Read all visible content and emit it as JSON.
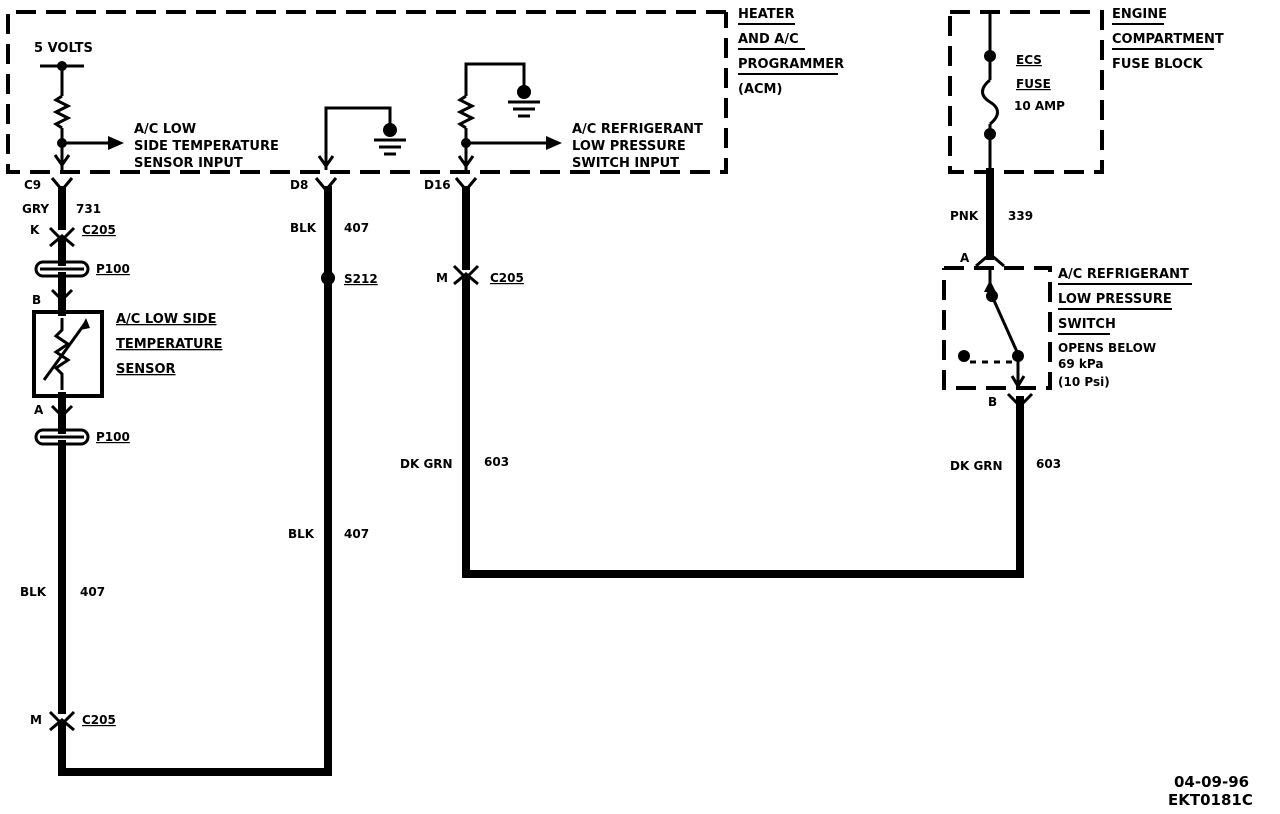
{
  "acm": {
    "title_line1": "HEATER",
    "title_line2": "AND A/C",
    "title_line3": "PROGRAMMER",
    "title_line4": "(ACM)",
    "volts": "5 VOLTS",
    "temp_input_line1": "A/C LOW",
    "temp_input_line2": "SIDE TEMPERATURE",
    "temp_input_line3": "SENSOR INPUT",
    "switch_input_line1": "A/C REFRIGERANT",
    "switch_input_line2": "LOW PRESSURE",
    "switch_input_line3": "SWITCH INPUT",
    "pin_c9": "C9",
    "pin_d8": "D8",
    "pin_d16": "D16"
  },
  "fuse_block": {
    "title_line1": "ENGINE",
    "title_line2": "COMPARTMENT",
    "title_line3": "FUSE BLOCK",
    "fuse_line1": "ECS",
    "fuse_line2": "FUSE",
    "fuse_line3": "10 AMP"
  },
  "wires": {
    "gry_color": "GRY",
    "gry_circuit": "731",
    "blk_color": "BLK",
    "blk_circuit": "407",
    "dkgrn_color": "DK GRN",
    "dkgrn_circuit": "603",
    "pnk_color": "PNK",
    "pnk_circuit": "339"
  },
  "connectors": {
    "c205": "C205",
    "p100": "P100",
    "s212": "S212",
    "pin_k": "K",
    "pin_b": "B",
    "pin_a": "A",
    "pin_m": "M"
  },
  "sensor": {
    "line1": "A/C LOW SIDE",
    "line2": "TEMPERATURE",
    "line3": "SENSOR"
  },
  "pressure_switch": {
    "line1": "A/C REFRIGERANT",
    "line2": "LOW PRESSURE",
    "line3": "SWITCH",
    "line4": "OPENS BELOW",
    "line5": "69 kPa",
    "line6": "(10 Psi)",
    "pin_a": "A",
    "pin_b": "B"
  },
  "footer": {
    "date": "04-09-96",
    "code": "EKT0181C"
  }
}
